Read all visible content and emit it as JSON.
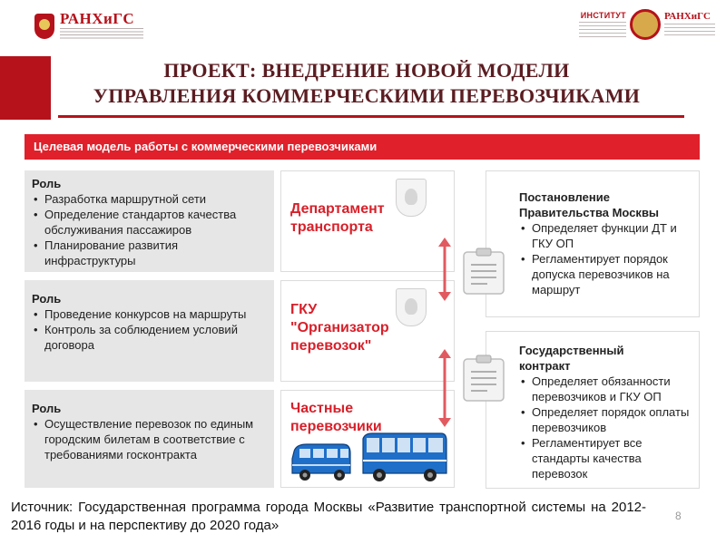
{
  "header": {
    "logo_left_name": "РАНХиГС",
    "logo_right_institute": "ИНСТИТУТ",
    "logo_right_name": "РАНХиГС"
  },
  "title": {
    "line1": "ПРОЕКТ: ВНЕДРЕНИЕ НОВОЙ МОДЕЛИ",
    "line2": "УПРАВЛЕНИЯ КОММЕРЧЕСКИМИ ПЕРЕВОЗЧИКАМИ"
  },
  "banner": "Целевая модель работы с коммерческими перевозчиками",
  "roles": [
    {
      "title": "Роль",
      "items": [
        "Разработка  маршрутной сети",
        "Определение стандартов качества обслуживания пассажиров",
        "Планирование развития инфраструктуры"
      ]
    },
    {
      "title": "Роль",
      "items": [
        "Проведение конкурсов на маршруты",
        "Контроль за соблюдением условий договора"
      ]
    },
    {
      "title": "Роль",
      "items": [
        "Осуществление перевозок по единым городским билетам в соответствие с требованиями госконтракта"
      ]
    }
  ],
  "entities": [
    {
      "name_line1": "Департамент",
      "name_line2": "транспорта"
    },
    {
      "name_line1": "ГКУ",
      "name_line2": "\"Организатор",
      "name_line3": "перевозок\""
    },
    {
      "name_line1": "Частные",
      "name_line2": "перевозчики"
    }
  ],
  "documents": [
    {
      "title_line1": "Постановление",
      "title_line2": "Правительства Москвы",
      "items": [
        "Определяет функции ДТ и ГКУ ОП",
        "Регламентирует порядок допуска перевозчиков на маршрут"
      ]
    },
    {
      "title_line1": "Государственный",
      "title_line2": "контракт",
      "items": [
        "Определяет обязанности перевозчиков и ГКУ ОП",
        "Определяет порядок оплаты перевозчиков",
        "Регламентирует все стандарты качества перевозок"
      ]
    }
  ],
  "source": "Источник: Государственная программа города Москвы «Развитие транспортной системы на 2012-2016 годы и на перспективу до 2020 года»",
  "page_number": "8",
  "colors": {
    "accent_red": "#e0202b",
    "dark_red": "#b5121b",
    "title_color": "#5b1d22",
    "entity_red": "#d8202a",
    "role_bg": "#e6e6e6",
    "bus_blue": "#1f6fc9"
  },
  "icons": [
    "moscow-crest-icon",
    "clipboard-icon",
    "double-arrow-icon",
    "minibus-icon",
    "bus-icon"
  ]
}
